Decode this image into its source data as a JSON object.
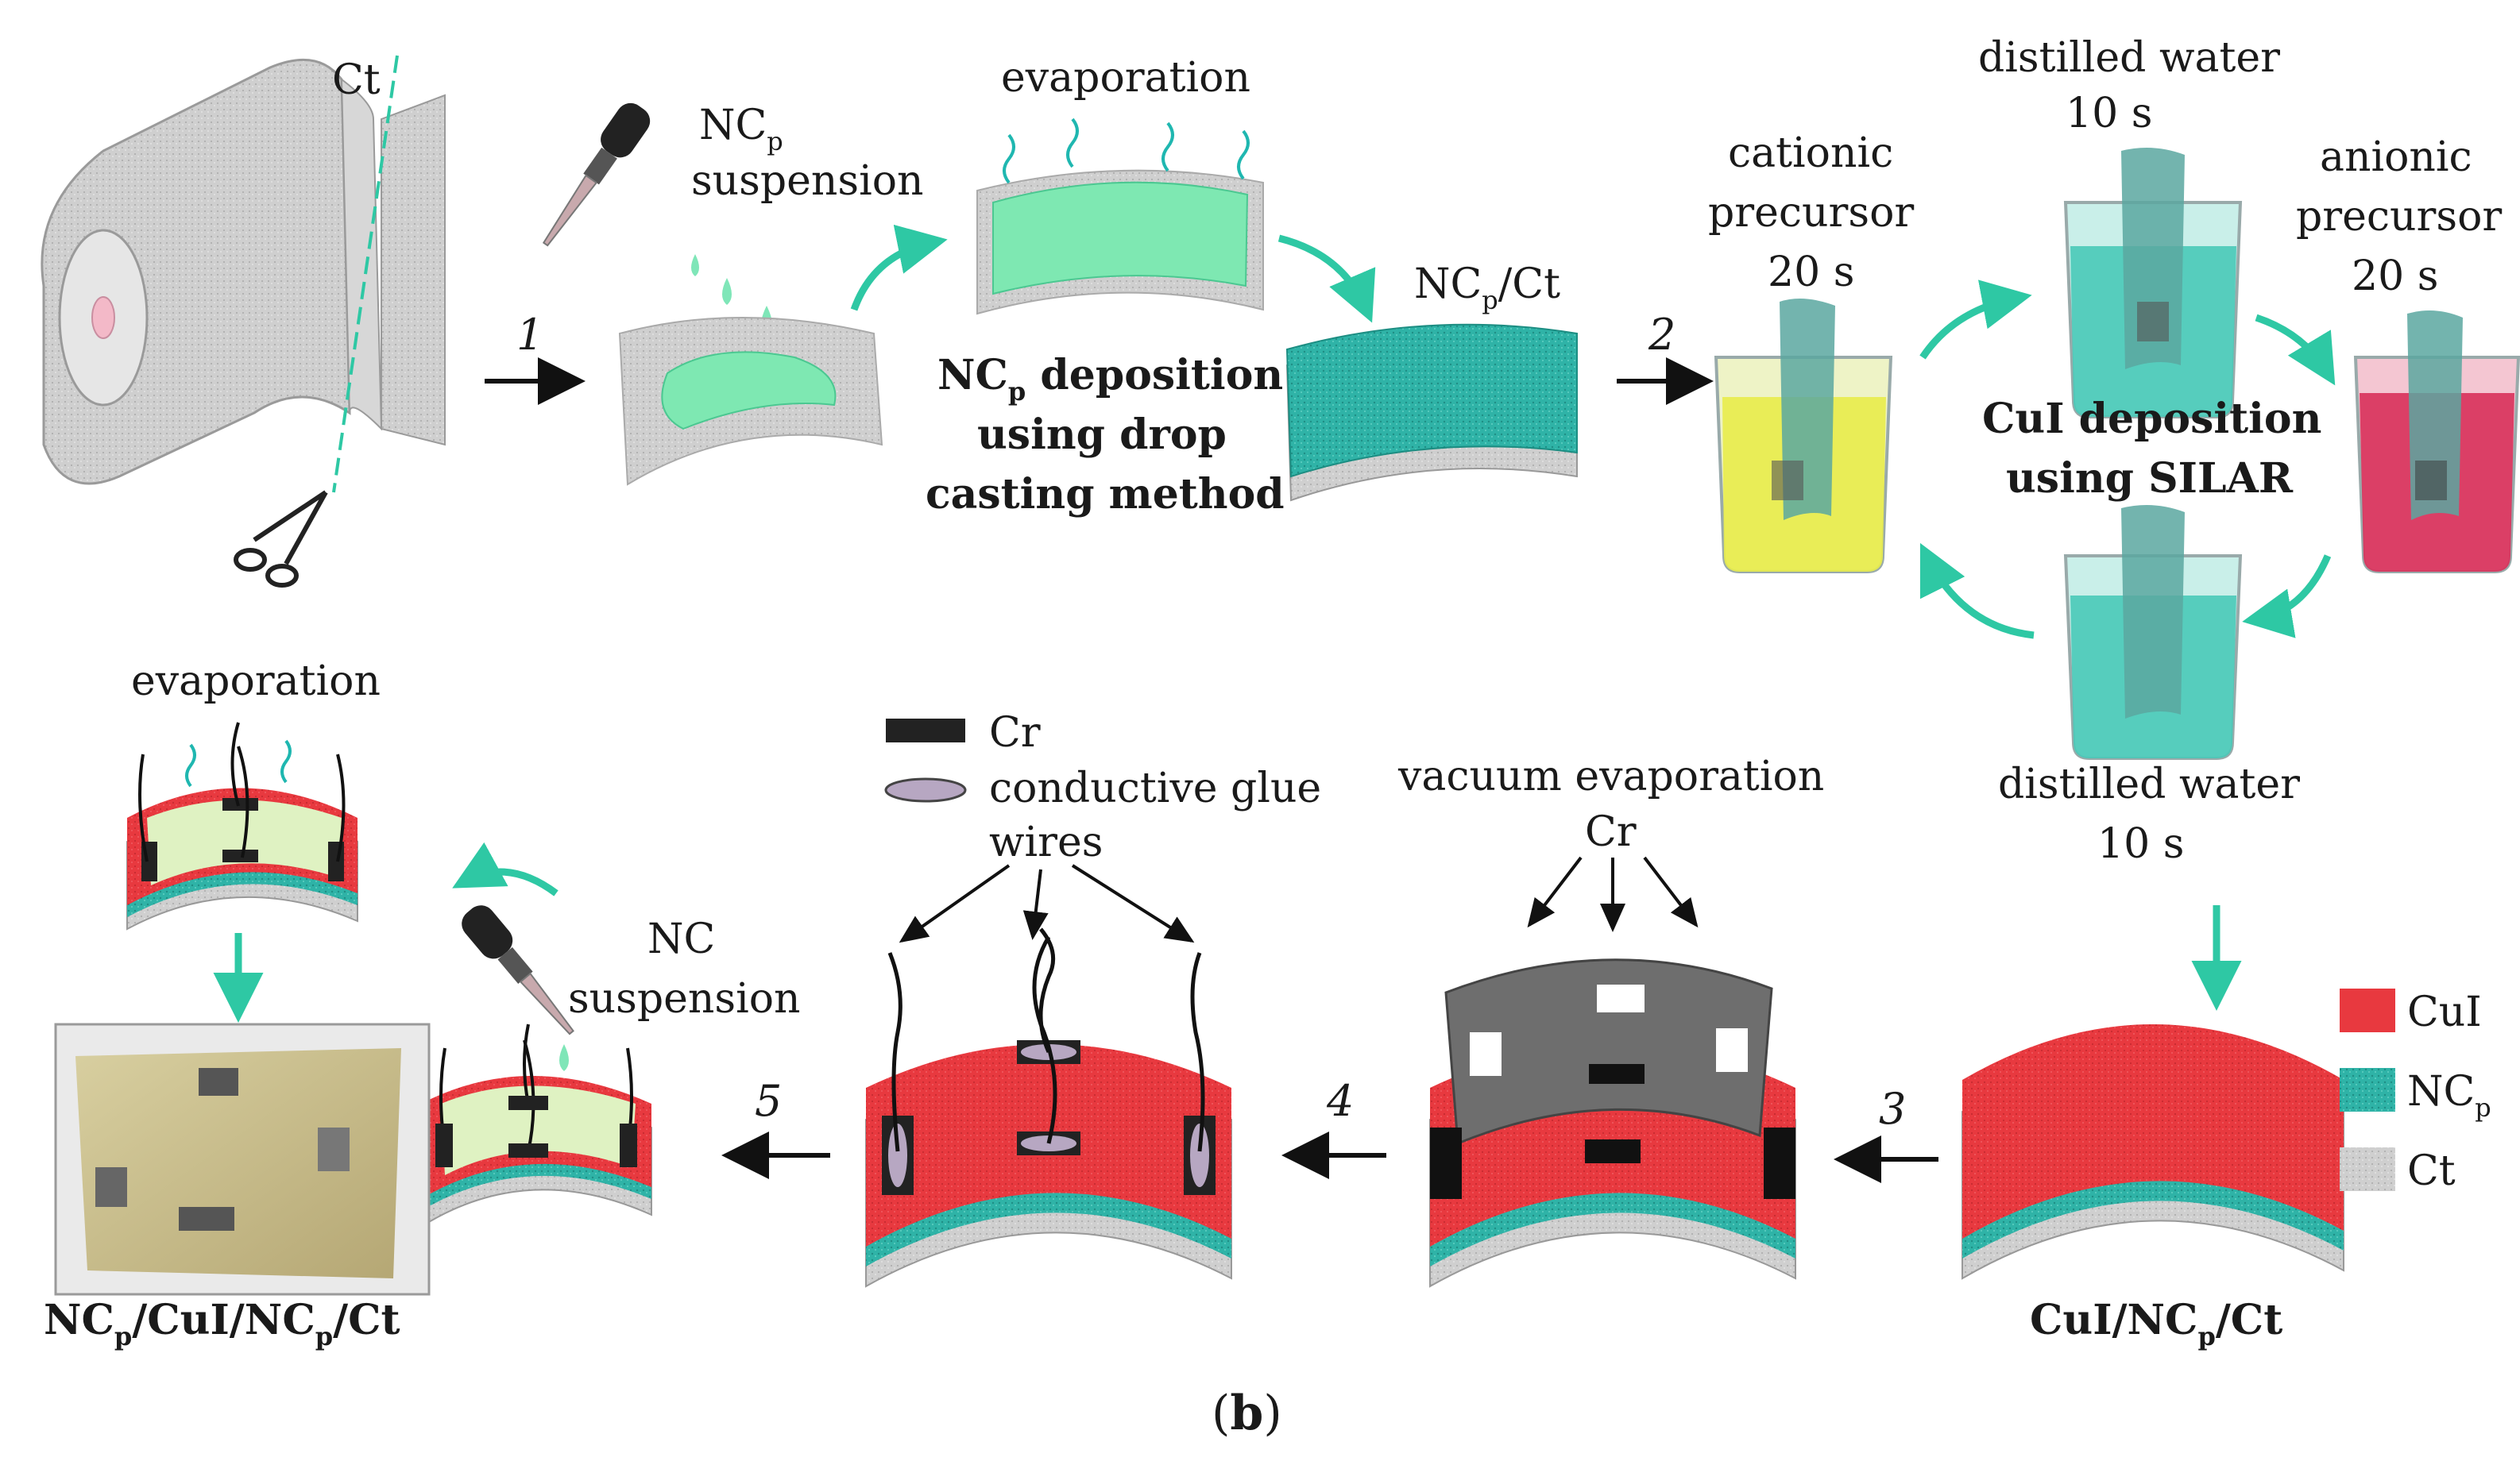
{
  "colors": {
    "cui_red": "#e8393f",
    "ncp_teal": "#2fb3a7",
    "ct_gray": "#bdbdbd",
    "green_arrow": "#2ec8a4",
    "droplet_green": "#7fe6b8",
    "mint": "#7ee8b2",
    "pale_green": "#dff2c2",
    "cr_dark": "#3a3a3a",
    "yellow_solution": "#e8ec4a",
    "teal_solution": "#49c9b8",
    "pink_solution": "#d8305a"
  },
  "icons": [
    "cotton-roll-icon",
    "scissors-icon",
    "dropper-icon",
    "beaker-icon",
    "wire-icon",
    "electrode-icon"
  ],
  "labels": {
    "ct": "Ct",
    "ncp_suspension_sym": "NC",
    "ncp_suspension_sub": "p",
    "ncp_suspension_word": "suspension",
    "evaporation_top": "evaporation",
    "ncp_dep_line1_sym": "NC",
    "ncp_dep_line1_sub": "p",
    "ncp_dep_line1_rest": " deposition",
    "ncp_dep_line2": "using drop",
    "ncp_dep_line3": "casting method",
    "ncp_ct_sym": "NC",
    "ncp_ct_sub": "p",
    "ncp_ct_rest": "/Ct",
    "distilled_water_top": "distilled water",
    "ten_s_top": "10 s",
    "cationic_1": "cationic",
    "cationic_2": "precursor",
    "cationic_3": "20 s",
    "anionic_1": "anionic",
    "anionic_2": "precursor",
    "anionic_3": "20 s",
    "cui_dep_1": "CuI deposition",
    "cui_dep_2": "using SILAR",
    "distilled_water_bottom": "distilled water",
    "ten_s_bottom": "10 s",
    "evaporation_bottom": "evaporation",
    "legend_cr": "Cr",
    "legend_glue": "conductive glue",
    "wires": "wires",
    "vacuum_evaporation": "vacuum evaporation",
    "cr_target": "Cr",
    "nc_suspension_1": "NC",
    "nc_suspension_2": "suspension",
    "final_p1": "NC",
    "final_s1": "p",
    "final_p2": "/CuI/NC",
    "final_s2": "p",
    "final_p3": "/Ct",
    "cui_ncp_p1": "CuI/NC",
    "cui_ncp_s1": "p",
    "cui_ncp_p2": "/Ct",
    "panel_b_open": "(",
    "panel_b_letter": "b",
    "panel_b_close": ")"
  },
  "steps": [
    "1",
    "2",
    "3",
    "4",
    "5"
  ],
  "legend": [
    {
      "label": "CuI",
      "color": "#e8393f"
    },
    {
      "label": "NC",
      "sub": "p",
      "color": "#2fb3a7"
    },
    {
      "label": "Ct",
      "color": "#bdbdbd"
    }
  ]
}
